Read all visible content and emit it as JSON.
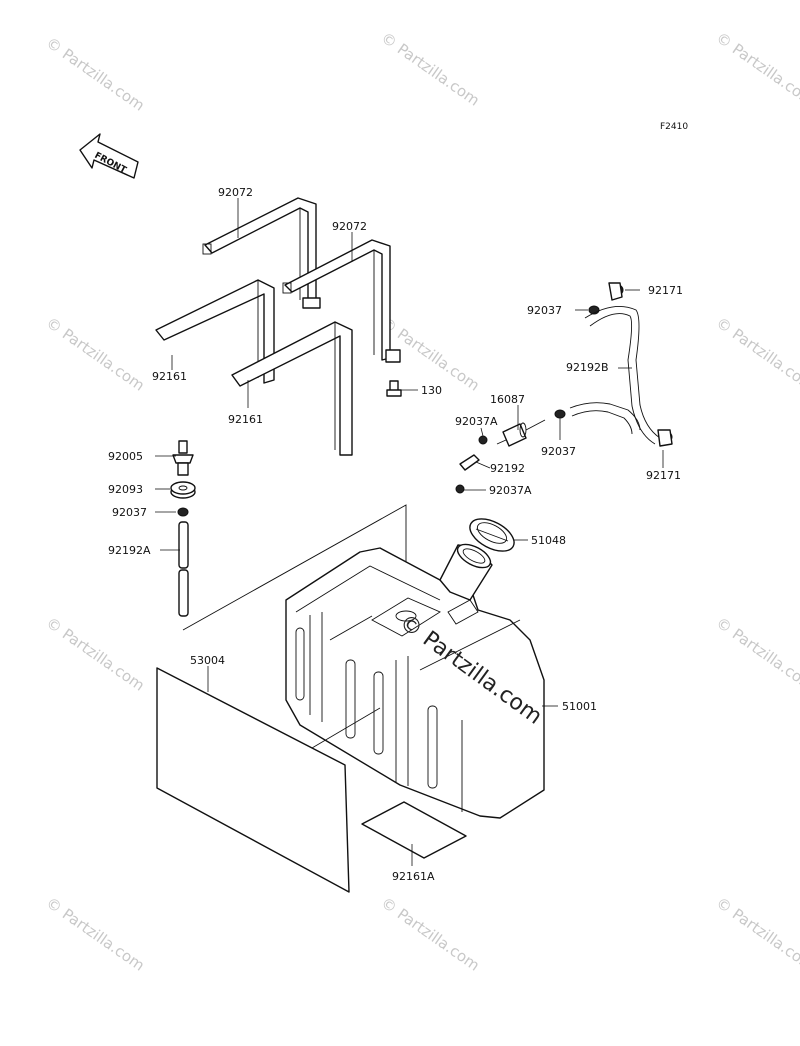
{
  "figure_ref": "F2410",
  "front_label": "FRONT",
  "watermark": {
    "small": "© Partzilla.com",
    "main": "© Partzilla.com"
  },
  "parts": {
    "p92072a": "92072",
    "p92072b": "92072",
    "p92161a": "92161",
    "p92161b": "92161",
    "p130": "130",
    "p92171a": "92171",
    "p92171b": "92171",
    "p92037a": "92037",
    "p92192b": "92192B",
    "p16087": "16087",
    "p92037A1": "92037A",
    "p92037b": "92037",
    "p92192": "92192",
    "p92037A2": "92037A",
    "p51048": "51048",
    "p92005": "92005",
    "p92093": "92093",
    "p92037c": "92037",
    "p92192A": "92192A",
    "p53004": "53004",
    "p51001": "51001",
    "p92161A": "92161A"
  }
}
